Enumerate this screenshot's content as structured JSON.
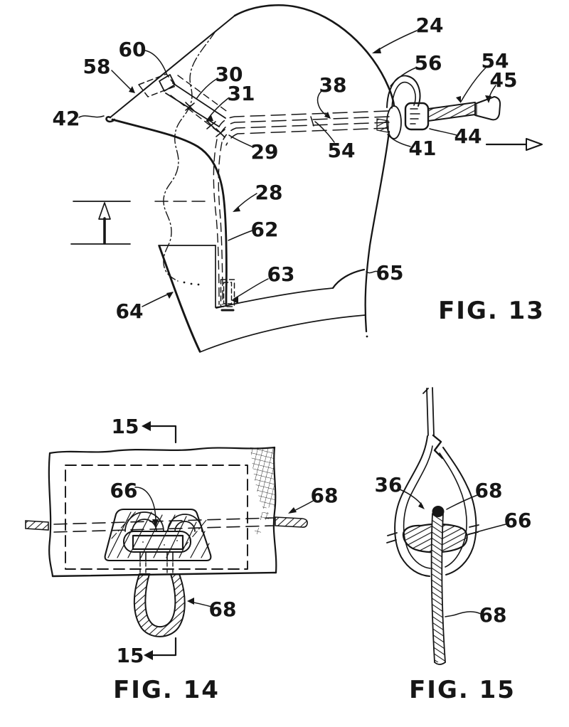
{
  "page": {
    "paper_color": "#ffffff",
    "ink_color": "#161616"
  },
  "fig13": {
    "caption": "FIG. 13",
    "labels": {
      "n24": "24",
      "n56": "56",
      "n54_upper": "54",
      "n45": "45",
      "n44": "44",
      "n41": "41",
      "n38": "38",
      "n54_mid": "54",
      "n30": "30",
      "n31": "31",
      "n29": "29",
      "n28": "28",
      "n62": "62",
      "n63": "63",
      "n64": "64",
      "n65": "65",
      "n42": "42",
      "n58": "58",
      "n60": "60"
    }
  },
  "fig14": {
    "caption": "FIG. 14",
    "section_marker_top": "15",
    "section_marker_bottom": "15",
    "labels": {
      "n66": "66",
      "n68_cord": "68",
      "n68_loop": "68"
    }
  },
  "fig15": {
    "caption": "FIG. 15",
    "labels": {
      "n36": "36",
      "n68_upper": "68",
      "n66": "66",
      "n68_lower": "68"
    }
  }
}
